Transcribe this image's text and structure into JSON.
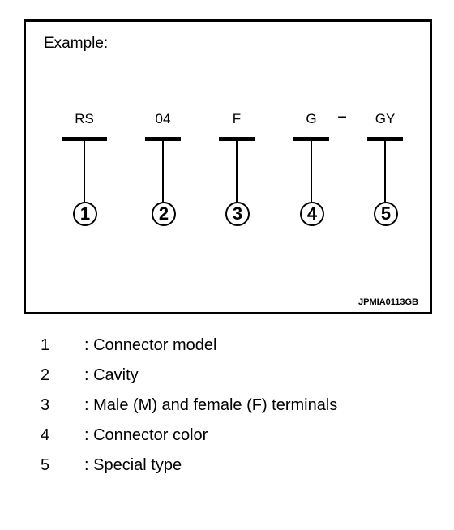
{
  "diagram": {
    "heading": "Example:",
    "codes": [
      {
        "text": "RS",
        "number": "1"
      },
      {
        "text": "04",
        "number": "2"
      },
      {
        "text": "F",
        "number": "3"
      },
      {
        "text": "G",
        "number": "4"
      },
      {
        "text": "GY",
        "number": "5"
      }
    ],
    "separator": "–",
    "figure_id": "JPMIA0113GB"
  },
  "legend": [
    {
      "number": "1",
      "description": ": Connector model"
    },
    {
      "number": "2",
      "description": ": Cavity"
    },
    {
      "number": "3",
      "description": ": Male (M) and female (F) terminals"
    },
    {
      "number": "4",
      "description": ": Connector color"
    },
    {
      "number": "5",
      "description": ": Special type"
    }
  ]
}
